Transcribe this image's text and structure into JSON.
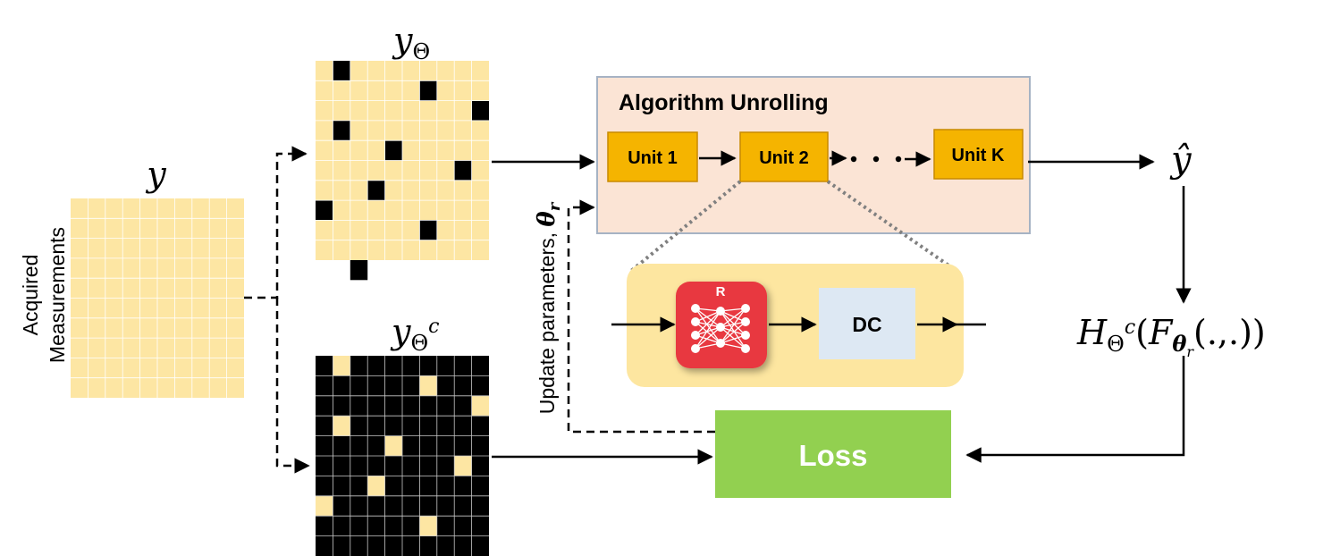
{
  "colors": {
    "cell_light": "#fde6a3",
    "cell_dark": "#000000",
    "unit_fill": "#f5b400",
    "unroll_panel": "#fbe4d5",
    "block_panel": "#fde6a0",
    "dc_fill": "#dde8f3",
    "r_icon": "#e8393f",
    "loss_fill": "#92d050"
  },
  "labels": {
    "y": "y",
    "acquired": "Acquired",
    "measurements": "Measurements",
    "y_theta_base": "y",
    "y_theta_sub": "Θ",
    "y_theta_c_base": "y",
    "y_theta_c_sub": "Θ",
    "y_theta_c_sup": "c",
    "unrolling_title": "Algorithm Unrolling",
    "unit1": "Unit 1",
    "unit2": "Unit 2",
    "unitk": "Unit K",
    "y_hat": "ŷ",
    "r_letter": "R",
    "dc": "DC",
    "loss": "Loss",
    "update_text": "Update parameters, ",
    "theta_r_base": "θ",
    "theta_r_sub": "r",
    "h_base": "H",
    "h_sub": "Θ",
    "h_sup": "c",
    "h_open": "(",
    "f_base": "F",
    "f_sub_base": "θ",
    "f_sub_sub": "r",
    "f_args": "(.,.))"
  }
}
